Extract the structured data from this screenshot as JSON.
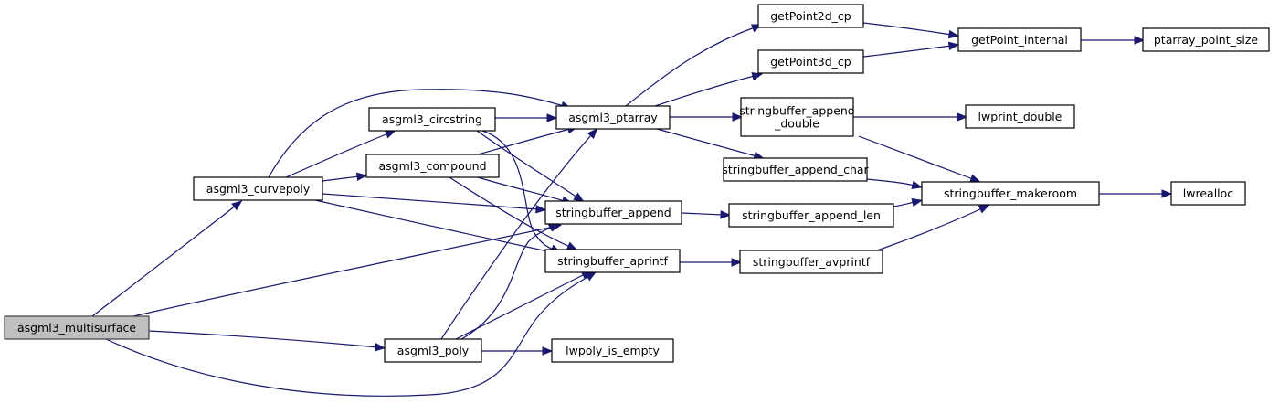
{
  "diagram": {
    "type": "call-graph",
    "root": "asgml3_multisurface",
    "colors": {
      "edge": "#191970",
      "root_fill": "#bfbfbf",
      "node_fill": "#ffffff",
      "node_border": "#000000"
    },
    "nodes": [
      {
        "id": "multisurface",
        "label": [
          "asgml3_multisurface"
        ],
        "root": true
      },
      {
        "id": "curvepoly",
        "label": [
          "asgml3_curvepoly"
        ]
      },
      {
        "id": "circstring",
        "label": [
          "asgml3_circstring"
        ]
      },
      {
        "id": "compound",
        "label": [
          "asgml3_compound"
        ]
      },
      {
        "id": "poly",
        "label": [
          "asgml3_poly"
        ]
      },
      {
        "id": "ptarray",
        "label": [
          "asgml3_ptarray"
        ]
      },
      {
        "id": "sb_append",
        "label": [
          "stringbuffer_append"
        ]
      },
      {
        "id": "sb_aprintf",
        "label": [
          "stringbuffer_aprintf"
        ]
      },
      {
        "id": "lwpoly_is_empty",
        "label": [
          "lwpoly_is_empty"
        ]
      },
      {
        "id": "getPoint2d",
        "label": [
          "getPoint2d_cp"
        ]
      },
      {
        "id": "getPoint3d",
        "label": [
          "getPoint3d_cp"
        ]
      },
      {
        "id": "sb_append_double",
        "label": [
          "stringbuffer_append",
          "_double"
        ]
      },
      {
        "id": "sb_append_char",
        "label": [
          "stringbuffer_append_char"
        ]
      },
      {
        "id": "sb_append_len",
        "label": [
          "stringbuffer_append_len"
        ]
      },
      {
        "id": "sb_avprintf",
        "label": [
          "stringbuffer_avprintf"
        ]
      },
      {
        "id": "getPoint_internal",
        "label": [
          "getPoint_internal"
        ]
      },
      {
        "id": "ptarray_point_size",
        "label": [
          "ptarray_point_size"
        ]
      },
      {
        "id": "lwprint_double",
        "label": [
          "lwprint_double"
        ]
      },
      {
        "id": "sb_makeroom",
        "label": [
          "stringbuffer_makeroom"
        ]
      },
      {
        "id": "lwrealloc",
        "label": [
          "lwrealloc"
        ]
      }
    ],
    "edges": [
      {
        "from": "multisurface",
        "to": "curvepoly"
      },
      {
        "from": "multisurface",
        "to": "sb_append"
      },
      {
        "from": "multisurface",
        "to": "poly"
      },
      {
        "from": "multisurface",
        "to": "sb_aprintf"
      },
      {
        "from": "curvepoly",
        "to": "ptarray"
      },
      {
        "from": "curvepoly",
        "to": "circstring"
      },
      {
        "from": "curvepoly",
        "to": "compound"
      },
      {
        "from": "curvepoly",
        "to": "sb_append"
      },
      {
        "from": "curvepoly",
        "to": "sb_aprintf"
      },
      {
        "from": "circstring",
        "to": "ptarray"
      },
      {
        "from": "circstring",
        "to": "sb_append"
      },
      {
        "from": "circstring",
        "to": "sb_aprintf"
      },
      {
        "from": "compound",
        "to": "ptarray"
      },
      {
        "from": "compound",
        "to": "sb_append"
      },
      {
        "from": "compound",
        "to": "sb_aprintf"
      },
      {
        "from": "poly",
        "to": "ptarray"
      },
      {
        "from": "poly",
        "to": "sb_append"
      },
      {
        "from": "poly",
        "to": "sb_aprintf"
      },
      {
        "from": "poly",
        "to": "lwpoly_is_empty"
      },
      {
        "from": "ptarray",
        "to": "getPoint2d"
      },
      {
        "from": "ptarray",
        "to": "getPoint3d"
      },
      {
        "from": "ptarray",
        "to": "sb_append_double"
      },
      {
        "from": "ptarray",
        "to": "sb_append_char"
      },
      {
        "from": "sb_append",
        "to": "sb_append_len"
      },
      {
        "from": "sb_aprintf",
        "to": "sb_avprintf"
      },
      {
        "from": "getPoint2d",
        "to": "getPoint_internal"
      },
      {
        "from": "getPoint3d",
        "to": "getPoint_internal"
      },
      {
        "from": "getPoint_internal",
        "to": "ptarray_point_size"
      },
      {
        "from": "sb_append_double",
        "to": "lwprint_double"
      },
      {
        "from": "sb_append_double",
        "to": "sb_makeroom"
      },
      {
        "from": "sb_append_char",
        "to": "sb_makeroom"
      },
      {
        "from": "sb_append_len",
        "to": "sb_makeroom"
      },
      {
        "from": "sb_avprintf",
        "to": "sb_makeroom"
      },
      {
        "from": "sb_makeroom",
        "to": "lwrealloc"
      }
    ]
  }
}
